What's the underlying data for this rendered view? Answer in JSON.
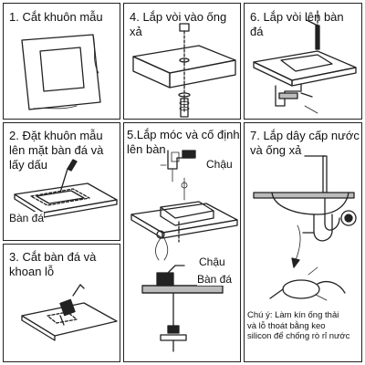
{
  "steps": [
    {
      "caption": "1. Cắt khuôn mẫu"
    },
    {
      "caption": "2. Đặt khuôn mẫu\nlên mặt bàn đá và\nlấy dấu",
      "label": "Bàn đá"
    },
    {
      "caption": "3. Cắt bàn đá và\nkhoan lỗ"
    },
    {
      "caption": "4. Lắp vòi vào ống\nxả"
    },
    {
      "caption": "5.Lắp móc và cố định\nlên bàn",
      "label_top": "Chậu",
      "label_bottom_1": "Chậu",
      "label_bottom_2": "Bàn đá"
    },
    {
      "caption": "6. Lắp vòi lên bàn\nđá"
    },
    {
      "caption": "7. Lắp dây cấp nước\nvà ống xả",
      "note": "Chú ý: Làm kín ống thải\nvà lỗ thoát bằng keo\nsilicon để chống rò rỉ nước"
    }
  ]
}
